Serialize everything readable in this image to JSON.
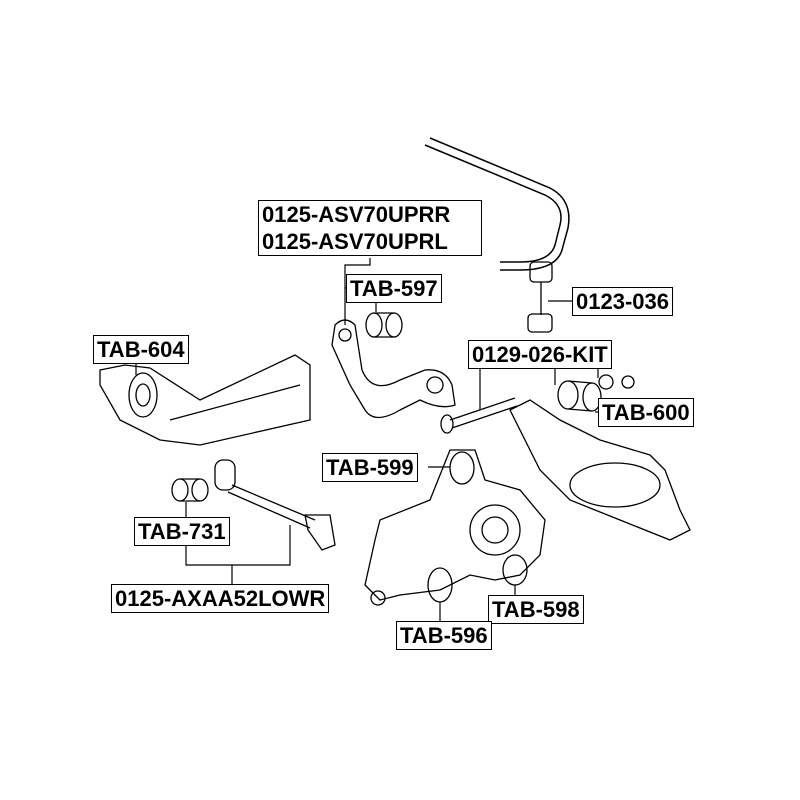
{
  "labels": {
    "asv70_uprr": "0125-ASV70UPRR",
    "asv70_uprl": "0125-ASV70UPRL",
    "tab597": "TAB-597",
    "p0123_036": "0123-036",
    "tab604": "TAB-604",
    "p0129_026_kit": "0129-026-KIT",
    "tab600": "TAB-600",
    "tab599": "TAB-599",
    "tab731": "TAB-731",
    "axaa52lowr": "0125-AXAA52LOWR",
    "tab598": "TAB-598",
    "tab596": "TAB-596"
  }
}
